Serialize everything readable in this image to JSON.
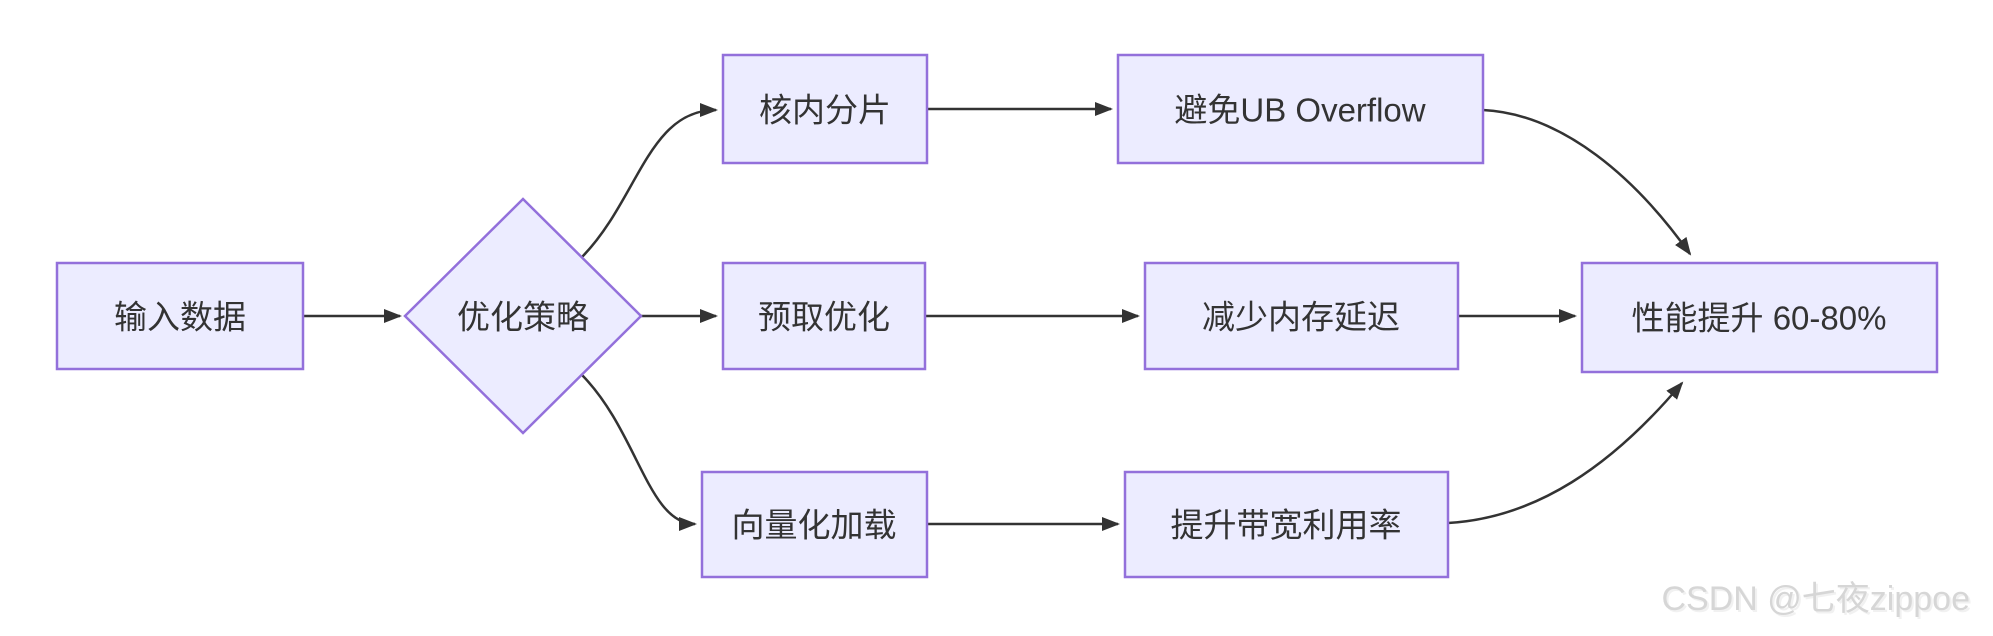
{
  "diagram": {
    "type": "flowchart",
    "direction": "left-to-right",
    "nodes": {
      "input": {
        "label": "输入数据",
        "shape": "rectangle"
      },
      "strategy": {
        "label": "优化策略",
        "shape": "diamond"
      },
      "tiling": {
        "label": "核内分片",
        "shape": "rectangle"
      },
      "ub_overflow": {
        "label": "避免UB Overflow",
        "shape": "rectangle"
      },
      "prefetch": {
        "label": "预取优化",
        "shape": "rectangle"
      },
      "mem_latency": {
        "label": "减少内存延迟",
        "shape": "rectangle"
      },
      "vectorize": {
        "label": "向量化加载",
        "shape": "rectangle"
      },
      "bandwidth": {
        "label": "提升带宽利用率",
        "shape": "rectangle"
      },
      "result": {
        "label": "性能提升 60-80%",
        "shape": "rectangle"
      }
    },
    "edges": [
      {
        "from": "input",
        "to": "strategy"
      },
      {
        "from": "strategy",
        "to": "tiling"
      },
      {
        "from": "strategy",
        "to": "prefetch"
      },
      {
        "from": "strategy",
        "to": "vectorize"
      },
      {
        "from": "tiling",
        "to": "ub_overflow"
      },
      {
        "from": "prefetch",
        "to": "mem_latency"
      },
      {
        "from": "vectorize",
        "to": "bandwidth"
      },
      {
        "from": "ub_overflow",
        "to": "result"
      },
      {
        "from": "mem_latency",
        "to": "result"
      },
      {
        "from": "bandwidth",
        "to": "result"
      }
    ],
    "colors": {
      "node_fill": "#ECECFF",
      "node_border": "#9370DB",
      "edge": "#333333",
      "text": "#333333",
      "background": "#ffffff"
    }
  },
  "watermark": {
    "text": "CSDN @七夜zippoe",
    "color": "#d6d6d6"
  }
}
